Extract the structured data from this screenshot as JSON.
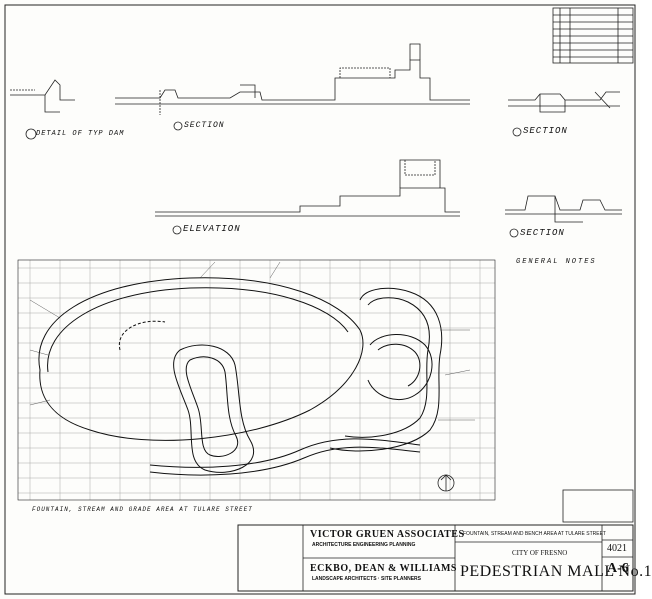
{
  "sections": {
    "dam_detail": "DETAIL OF TYP DAM",
    "section_left": "SECTION",
    "section_right": "SECTION",
    "elevation": "ELEVATION",
    "section_lower_right": "SECTION",
    "general_notes": "GENERAL NOTES",
    "plan": "FOUNTAIN, STREAM AND GRADE AREA AT TULARE STREET"
  },
  "title_block": {
    "firm1": "VICTOR GRUEN ASSOCIATES",
    "firm1_sub": "ARCHITECTURE ENGINEERING PLANNING",
    "firm2": "ECKBO, DEAN & WILLIAMS",
    "firm2_sub": "LANDSCAPE ARCHITECTS · SITE PLANNERS",
    "sheet_desc": "FOUNTAIN, STREAM AND BENCH AREA AT TULARE STREET",
    "client": "CITY OF FRESNO",
    "project": "PEDESTRIAN MALL No.1",
    "job_no": "4021",
    "sheet_no": "A-6"
  }
}
